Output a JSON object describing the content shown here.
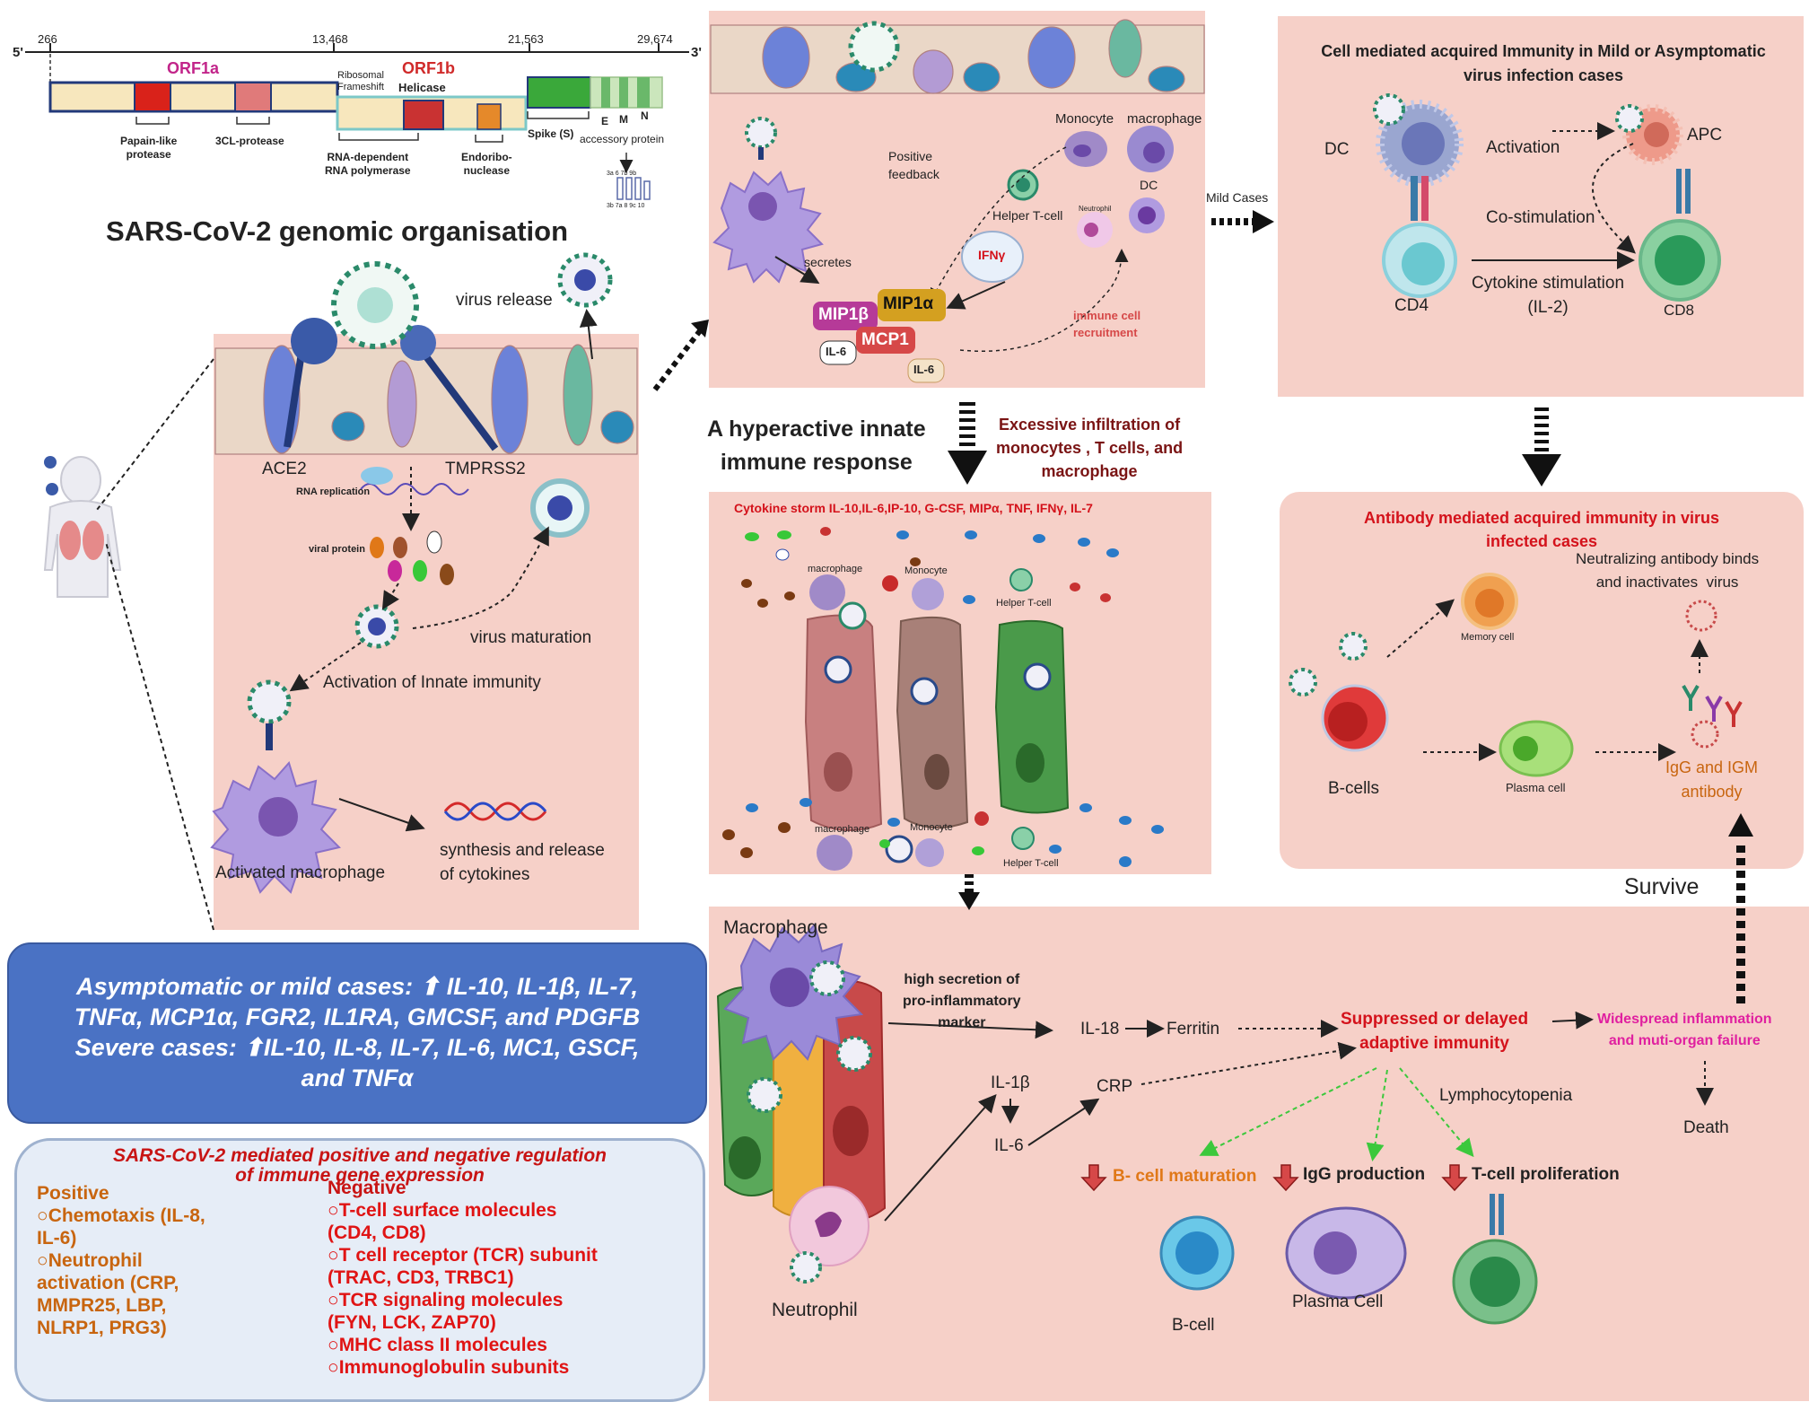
{
  "genome": {
    "label_5prime": "5'",
    "label_3prime": "3'",
    "positions": [
      "266",
      "13,468",
      "21,563",
      "29,674"
    ],
    "orf1a": "ORF1a",
    "orf1b": "ORF1b",
    "ribosomal_frameshift": "Ribosomal\nFrameshift",
    "helicase": "Helicase",
    "papain": "Papain-like\nprotease",
    "cl3": "3CL-protease",
    "rdrp": "RNA-dependent\nRNA polymerase",
    "endo": "Endoribo-\nnuclease",
    "spike": "Spike (S)",
    "e": "E",
    "m": "M",
    "n": "N",
    "accessory": "accessory protein",
    "acc_small1": "3a  6 7b 9b",
    "acc_small2": "3b   7a 8 9c  10",
    "title": "SARS-CoV-2 genomic organisation"
  },
  "infection": {
    "virus_release": "virus release",
    "ace2": "ACE2",
    "tmprss2": "TMPRSS2",
    "rna_replication": "RNA replication",
    "viral_protein": "viral protein",
    "virus_maturation": "virus maturation",
    "activation_innate": "Activation of Innate immunity",
    "activated_macrophage": "Activated macrophage",
    "synthesis": "synthesis and release\nof cytokines"
  },
  "innate_panel": {
    "monocyte": "Monocyte",
    "macrophage": "macrophage",
    "positive_feedback": "Positive\nfeedback",
    "dc": "DC",
    "helper_t": "Helper T-cell",
    "neutrophil": "Neutrophil",
    "ifng": "IFNγ",
    "secretes": "secretes",
    "mip1b": "MIP1β",
    "mip1a": "MIP1α",
    "mcp1": "MCP1",
    "il6a": "IL-6",
    "il6b": "IL-6",
    "recruitment": "immune cell\nrecruitment"
  },
  "mild_cases": "Mild Cases",
  "hyperactive": "A hyperactive innate\nimmune response",
  "excessive": "Excessive infiltration of\nmonocytes , T cells, and\nmacrophage",
  "storm": {
    "title": "Cytokine storm IL-10,IL-6,IP-10, G-CSF, MIPα, TNF, IFNγ, IL-7",
    "macrophage1": "macrophage",
    "monocyte1": "Monocyte",
    "helper1": "Helper T-cell",
    "macrophage2": "macrophage",
    "monocyte2": "Monocyte",
    "helper2": "Helper T-cell"
  },
  "cell_mediated": {
    "title": "Cell mediated acquired Immunity in Mild or Asymptomatic\nvirus infection cases",
    "dc": "DC",
    "activation": "Activation",
    "apc": "APC",
    "costim": "Co-stimulation",
    "cytokine_stim": "Cytokine stimulation\n(IL-2)",
    "cd4": "CD4",
    "cd8": "CD8"
  },
  "antibody": {
    "title": "Antibody mediated acquired immunity in virus\ninfected cases",
    "neutralizing": "Neutralizing antibody binds\nand inactivates  virus",
    "memory": "Memory cell",
    "bcells": "B-cells",
    "plasma": "Plasma cell",
    "igg": "IgG and IGM\nantibody"
  },
  "survive": "Survive",
  "severe": {
    "macrophage": "Macrophage",
    "neutrophil": "Neutrophil",
    "high_secretion": "high secretion of\npro-inflammatory\nmarker",
    "il18": "IL-18",
    "ferritin": "Ferritin",
    "il1b": "IL-1β",
    "il6": "IL-6",
    "crp": "CRP",
    "suppressed": "Suppressed or delayed\nadaptive immunity",
    "widespread": "Widespread inflammation\nand muti-organ failure",
    "death": "Death",
    "lymphocytopenia": "Lymphocytopenia",
    "bcell_maturation": "B- cell maturation",
    "igg_production": "IgG production",
    "tcell_prolif": "T-cell proliferation",
    "bcell": "B-cell",
    "plasma_cell": "Plasma Cell"
  },
  "summary": {
    "line1": "Asymptomatic or mild cases: ⬆ IL-10, IL-1β, IL-7,",
    "line2": "TNFα, MCP1α, FGR2, IL1RA, GMCSF, and PDGFB",
    "line3": "Severe cases: ⬆IL-10, IL-8, IL-7, IL-6, MC1, GSCF,",
    "line4": "and TNFα"
  },
  "regulation": {
    "title": "SARS-CoV-2 mediated positive and negative regulation\nof immune gene expression",
    "positive_header": "Positive",
    "positive": [
      "Chemotaxis (IL-8,\nIL-6)",
      "Neutrophil\nactivation (CRP,\nMMPR25, LBP,\nNLRP1, PRG3)"
    ],
    "negative_header": "Negative",
    "negative": [
      "T-cell surface molecules\n(CD4, CD8)",
      "T cell receptor (TCR) subunit\n(TRAC, CD3, TRBC1)",
      "TCR signaling molecules\n(FYN, LCK, ZAP70)",
      "MHC class II molecules",
      "Immunoglobulin subunits"
    ]
  },
  "colors": {
    "panel": "#f6d0c8",
    "summary_box": "#4a72c4",
    "regulation_box": "#e6edf7",
    "red_text": "#d4121b",
    "orange_text": "#c8650f",
    "magenta_text": "#e020a0"
  }
}
